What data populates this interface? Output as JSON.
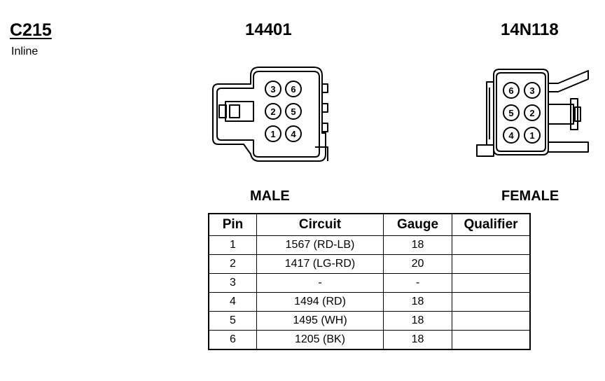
{
  "header": {
    "connector_id": "C215",
    "connector_type": "Inline"
  },
  "male": {
    "part_number": "14401",
    "label": "MALE",
    "pins": [
      "3",
      "6",
      "2",
      "5",
      "1",
      "4"
    ]
  },
  "female": {
    "part_number": "14N118",
    "label": "FEMALE",
    "pins": [
      "6",
      "3",
      "5",
      "2",
      "4",
      "1"
    ]
  },
  "table": {
    "headers": {
      "pin": "Pin",
      "circuit": "Circuit",
      "gauge": "Gauge",
      "qualifier": "Qualifier"
    },
    "rows": [
      {
        "pin": "1",
        "circuit": "1567 (RD-LB)",
        "gauge": "18",
        "qualifier": ""
      },
      {
        "pin": "2",
        "circuit": "1417 (LG-RD)",
        "gauge": "20",
        "qualifier": ""
      },
      {
        "pin": "3",
        "circuit": "-",
        "gauge": "-",
        "qualifier": ""
      },
      {
        "pin": "4",
        "circuit": "1494 (RD)",
        "gauge": "18",
        "qualifier": ""
      },
      {
        "pin": "5",
        "circuit": "1495 (WH)",
        "gauge": "18",
        "qualifier": ""
      },
      {
        "pin": "6",
        "circuit": "1205 (BK)",
        "gauge": "18",
        "qualifier": ""
      }
    ]
  }
}
